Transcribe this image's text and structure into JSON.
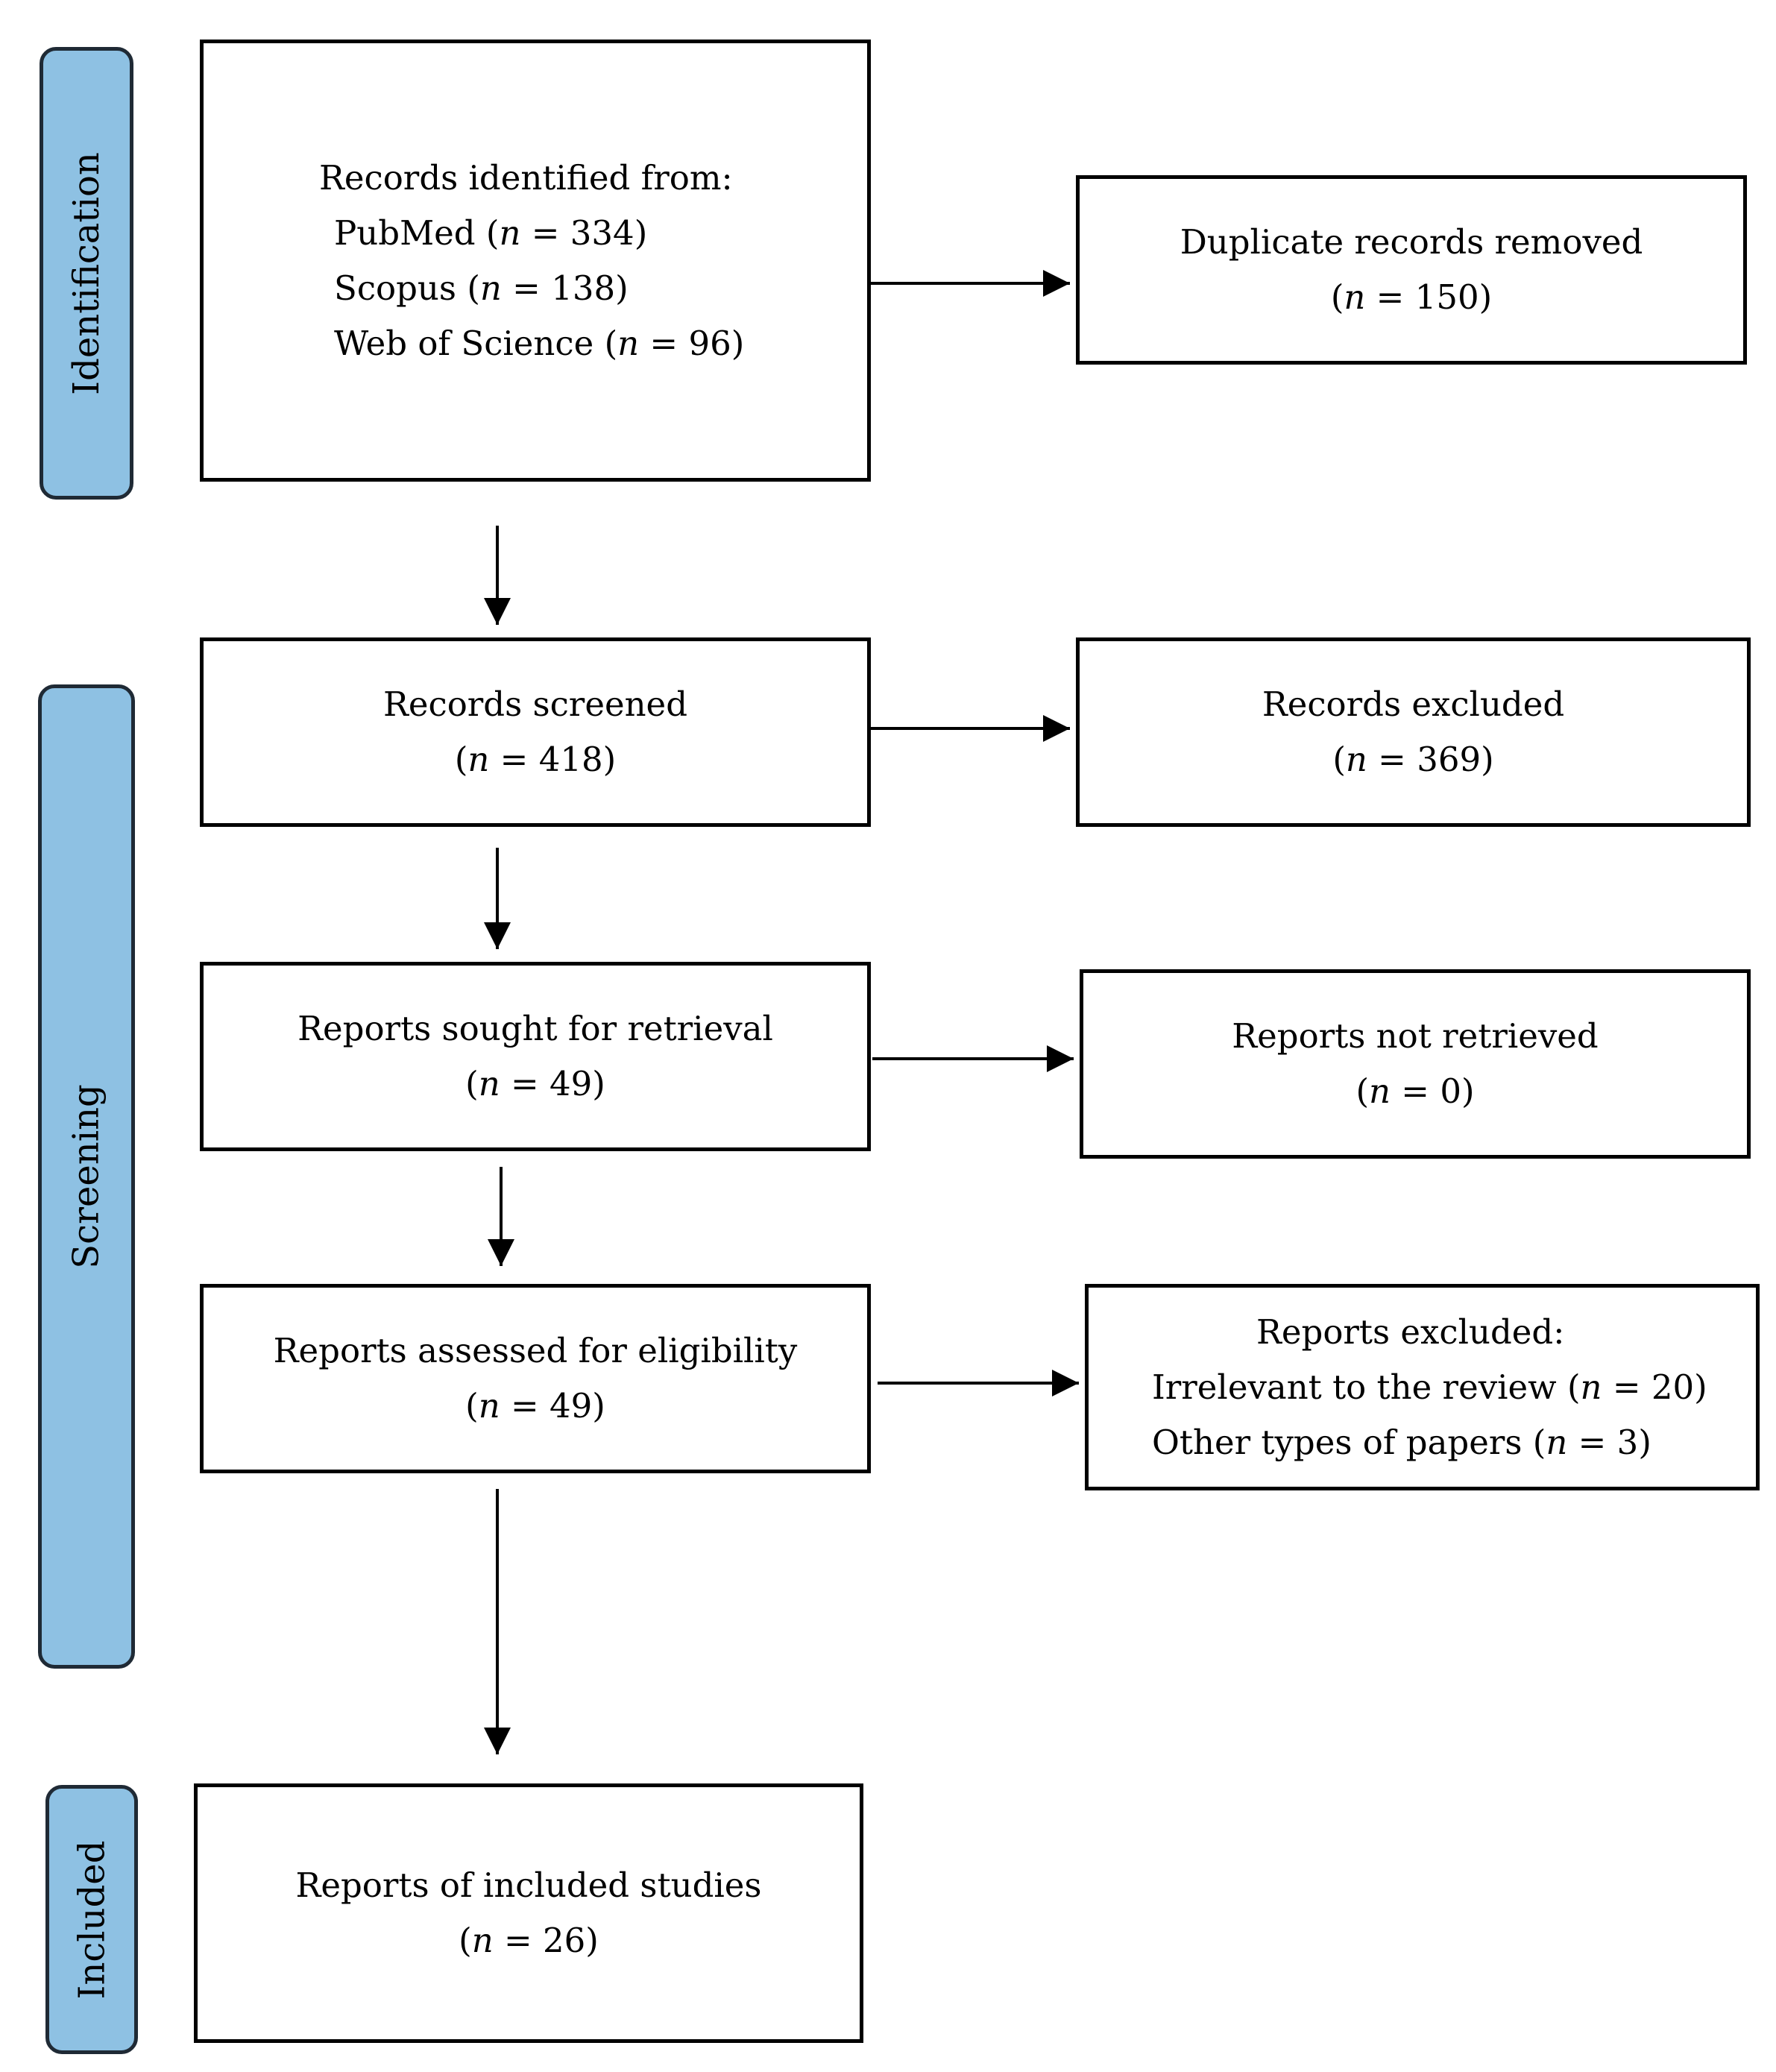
{
  "colors": {
    "phase_fill": "#8ec1e3",
    "phase_border": "#1f2a35",
    "line": "#000000"
  },
  "phases": {
    "identification": "Identification",
    "screening": "Screening",
    "included": "Included"
  },
  "boxes": {
    "identified": {
      "heading": "Records identified from:",
      "sources": [
        {
          "name": "PubMed",
          "n": "334"
        },
        {
          "name": "Scopus",
          "n": "138"
        },
        {
          "name": "Web of Science",
          "n": "96"
        }
      ]
    },
    "duplicates": {
      "title": "Duplicate records removed",
      "n": "150"
    },
    "screened": {
      "title": "Records screened",
      "n": "418"
    },
    "excluded_records": {
      "title": "Records excluded",
      "n": "369"
    },
    "sought": {
      "title": "Reports sought for retrieval",
      "n": "49"
    },
    "not_retrieved": {
      "title": "Reports not retrieved",
      "n": "0"
    },
    "assessed": {
      "title": "Reports assessed for eligibility",
      "n": "49"
    },
    "excluded_reports": {
      "heading": "Reports excluded:",
      "reasons": [
        {
          "name": "Irrelevant to the review",
          "n": "20"
        },
        {
          "name": "Other types of papers",
          "n": "3"
        }
      ]
    },
    "included_studies": {
      "title": "Reports of included studies",
      "n": "26"
    }
  },
  "symbols": {
    "n": "n",
    "open": "(",
    "eq": " = ",
    "close": ")"
  }
}
